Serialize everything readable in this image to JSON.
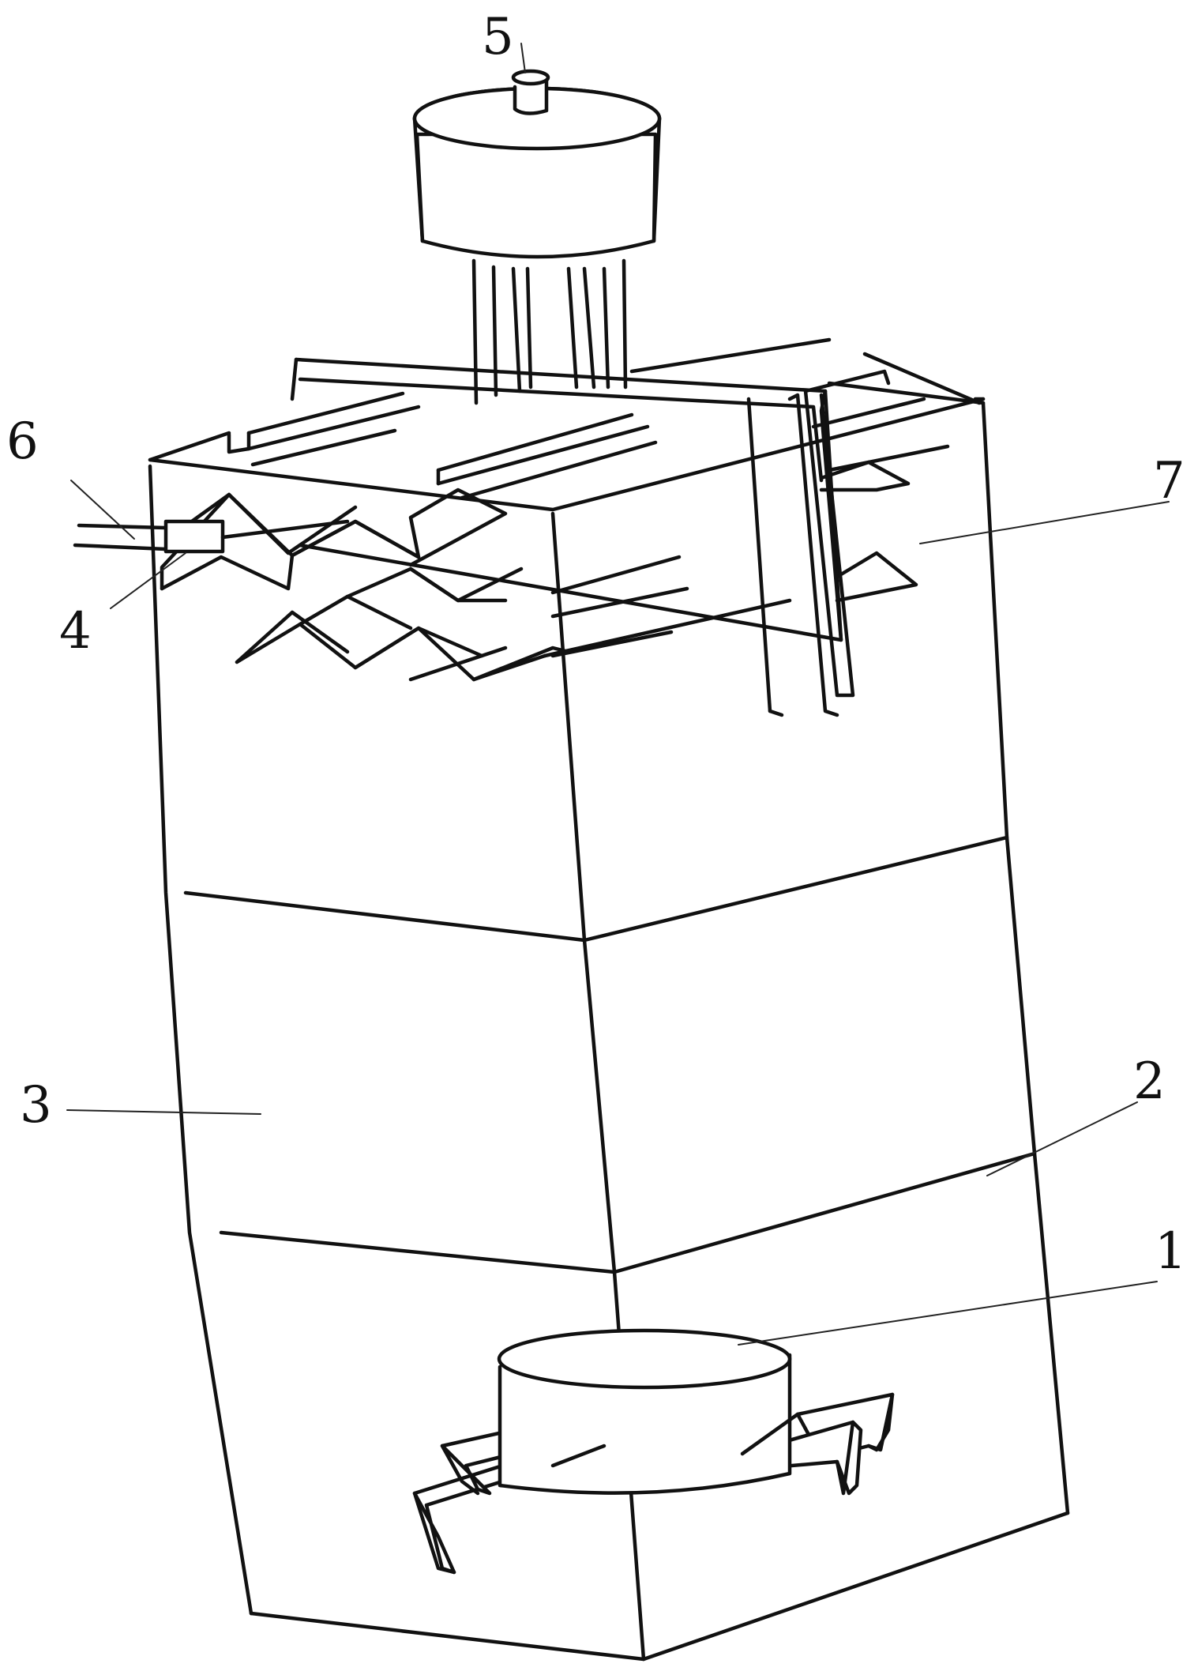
{
  "callouts": [
    {
      "id": "1",
      "label": "1"
    },
    {
      "id": "2",
      "label": "2"
    },
    {
      "id": "3",
      "label": "3"
    },
    {
      "id": "4",
      "label": "4"
    },
    {
      "id": "5",
      "label": "5"
    },
    {
      "id": "6",
      "label": "6"
    },
    {
      "id": "7",
      "label": "7"
    }
  ],
  "colors": {
    "stroke": "#111111",
    "background": "#ffffff"
  }
}
